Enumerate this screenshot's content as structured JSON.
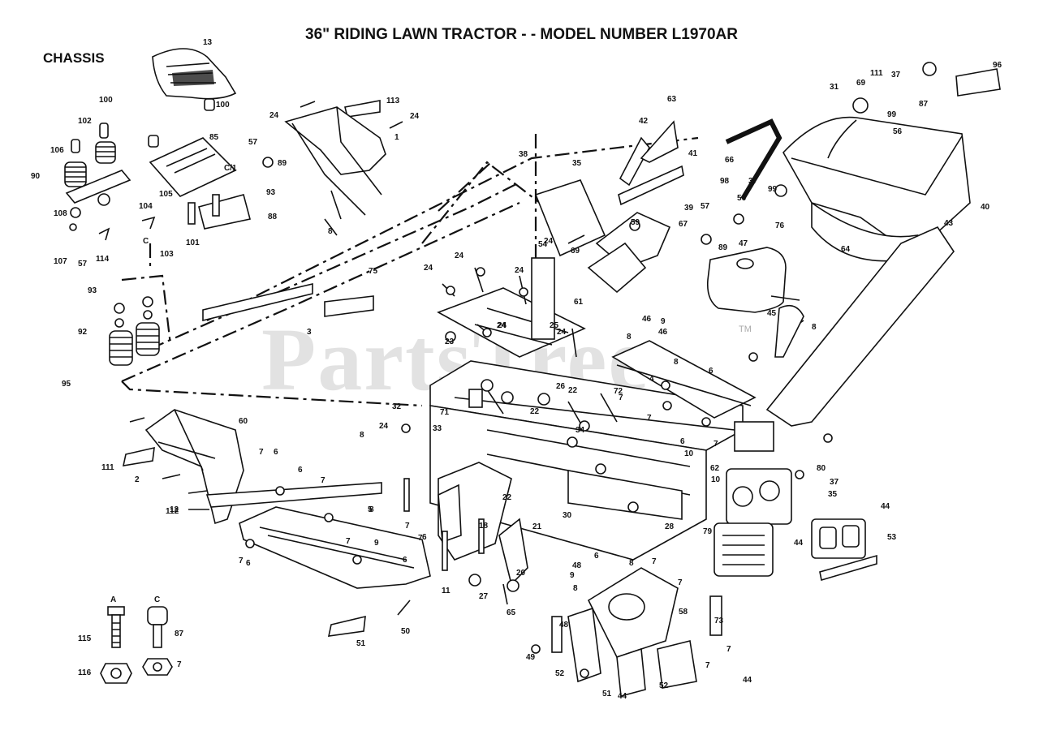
{
  "title": "36\" RIDING LAWN TRACTOR - - MODEL NUMBER L1970AR",
  "section": "CHASSIS",
  "watermark": "PartsTree",
  "trademark": "TM",
  "legend": {
    "a_key": "A",
    "c_key": "C",
    "a_part": "115",
    "a_nut": "116",
    "c_part": "87",
    "c_nut": "7"
  },
  "callouts": [
    "13",
    "100",
    "100",
    "102",
    "106",
    "90",
    "108",
    "107",
    "57",
    "114",
    "105",
    "104",
    "103",
    "101",
    "85",
    "57",
    "C/1",
    "89",
    "93",
    "88",
    "C",
    "24",
    "113",
    "24",
    "1",
    "8",
    "75",
    "93",
    "92",
    "95",
    "3",
    "24",
    "24",
    "24",
    "24",
    "23",
    "25",
    "24",
    "24",
    "24",
    "54",
    "69",
    "61",
    "59",
    "39",
    "38",
    "35",
    "42",
    "63",
    "41",
    "66",
    "98",
    "37",
    "99",
    "57",
    "56",
    "67",
    "89",
    "47",
    "46",
    "46",
    "45",
    "9",
    "8",
    "8",
    "31",
    "69",
    "111",
    "37",
    "99",
    "87",
    "96",
    "56",
    "64",
    "43",
    "40",
    "76",
    "60",
    "111",
    "2",
    "112",
    "24",
    "8",
    "33",
    "32",
    "71",
    "7",
    "22",
    "22",
    "26",
    "72",
    "7",
    "6",
    "8",
    "4",
    "6",
    "7",
    "10",
    "7",
    "34",
    "6",
    "7",
    "5",
    "9",
    "6",
    "7",
    "6",
    "18",
    "22",
    "21",
    "20",
    "27",
    "11",
    "65",
    "30",
    "28",
    "10",
    "79",
    "62",
    "80",
    "37",
    "35",
    "44",
    "44",
    "53",
    "58",
    "73",
    "49",
    "48",
    "48",
    "8",
    "6",
    "8",
    "7",
    "7",
    "7",
    "7",
    "44",
    "44",
    "51",
    "52",
    "52",
    "51",
    "50",
    "7",
    "6",
    "12",
    "6",
    "7",
    "8",
    "7",
    "9",
    "6",
    "7",
    "7"
  ]
}
